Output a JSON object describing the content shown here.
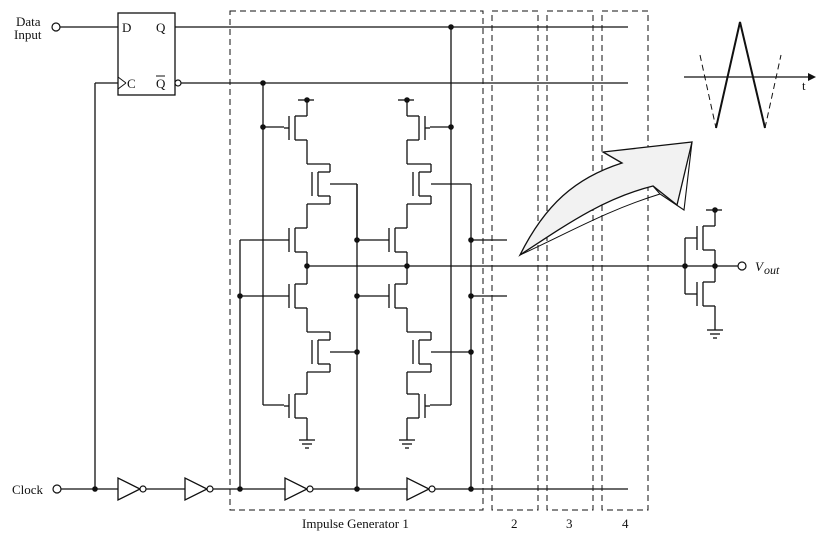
{
  "labels": {
    "data_input_line1": "Data",
    "data_input_line2": "Input",
    "clock": "Clock",
    "ff_d": "D",
    "ff_q": "Q",
    "ff_c": "C",
    "ff_qbar": "Q",
    "impulse_generator": "Impulse Generator 1",
    "gen2": "2",
    "gen3": "3",
    "gen4": "4",
    "vout_main": "V",
    "vout_sub": "out",
    "time_axis": "t"
  }
}
